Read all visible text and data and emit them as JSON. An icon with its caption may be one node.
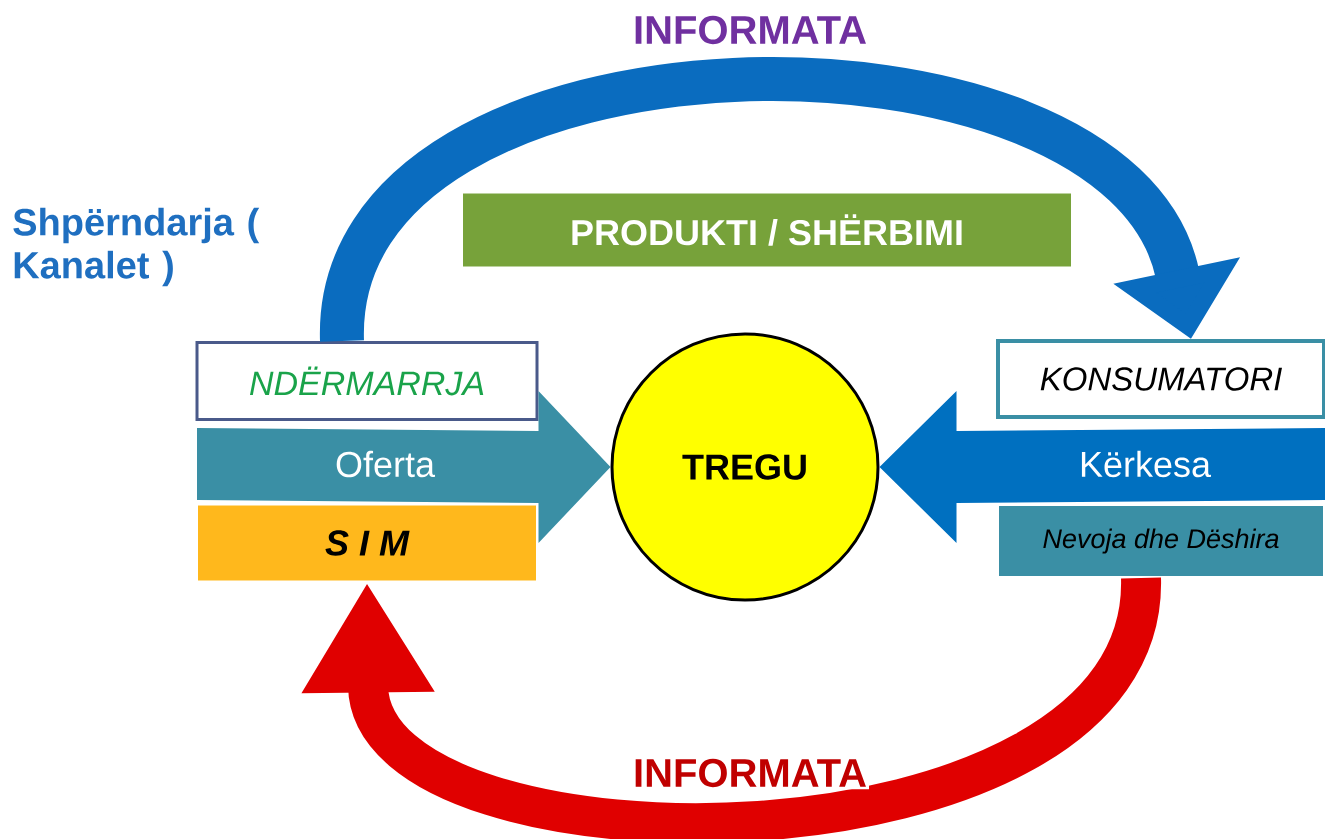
{
  "diagram": {
    "nodes": [
      {
        "text": [
          "NDËRMARRJA"
        ]
      },
      {
        "text": [
          "S I M"
        ]
      },
      {
        "text": [
          "TREGU"
        ]
      },
      {
        "text": [
          "KONSUMATORI"
        ]
      },
      {
        "text": [
          "Nevoja dhe Dëshira"
        ]
      },
      {
        "text": [
          "PRODUKTI / SHËRBIMI"
        ]
      }
    ],
    "edges": [
      {
        "from": 0,
        "to": 3,
        "arrow": "to",
        "label": "INFORMATA",
        "color": "#0a6cbf"
      },
      {
        "from": 4,
        "to": 1,
        "arrow": "to",
        "label": "INFORMATA",
        "color": "#e00000"
      },
      {
        "from": null,
        "to": 2,
        "arrow": "to",
        "label": "Oferta",
        "color": "#3a8fa5"
      },
      {
        "from": null,
        "to": 2,
        "arrow": "to",
        "label": "Kërkesa",
        "color": "#0070c0"
      }
    ],
    "labels": [
      "Shpërndarja ( Kanalet )"
    ]
  }
}
